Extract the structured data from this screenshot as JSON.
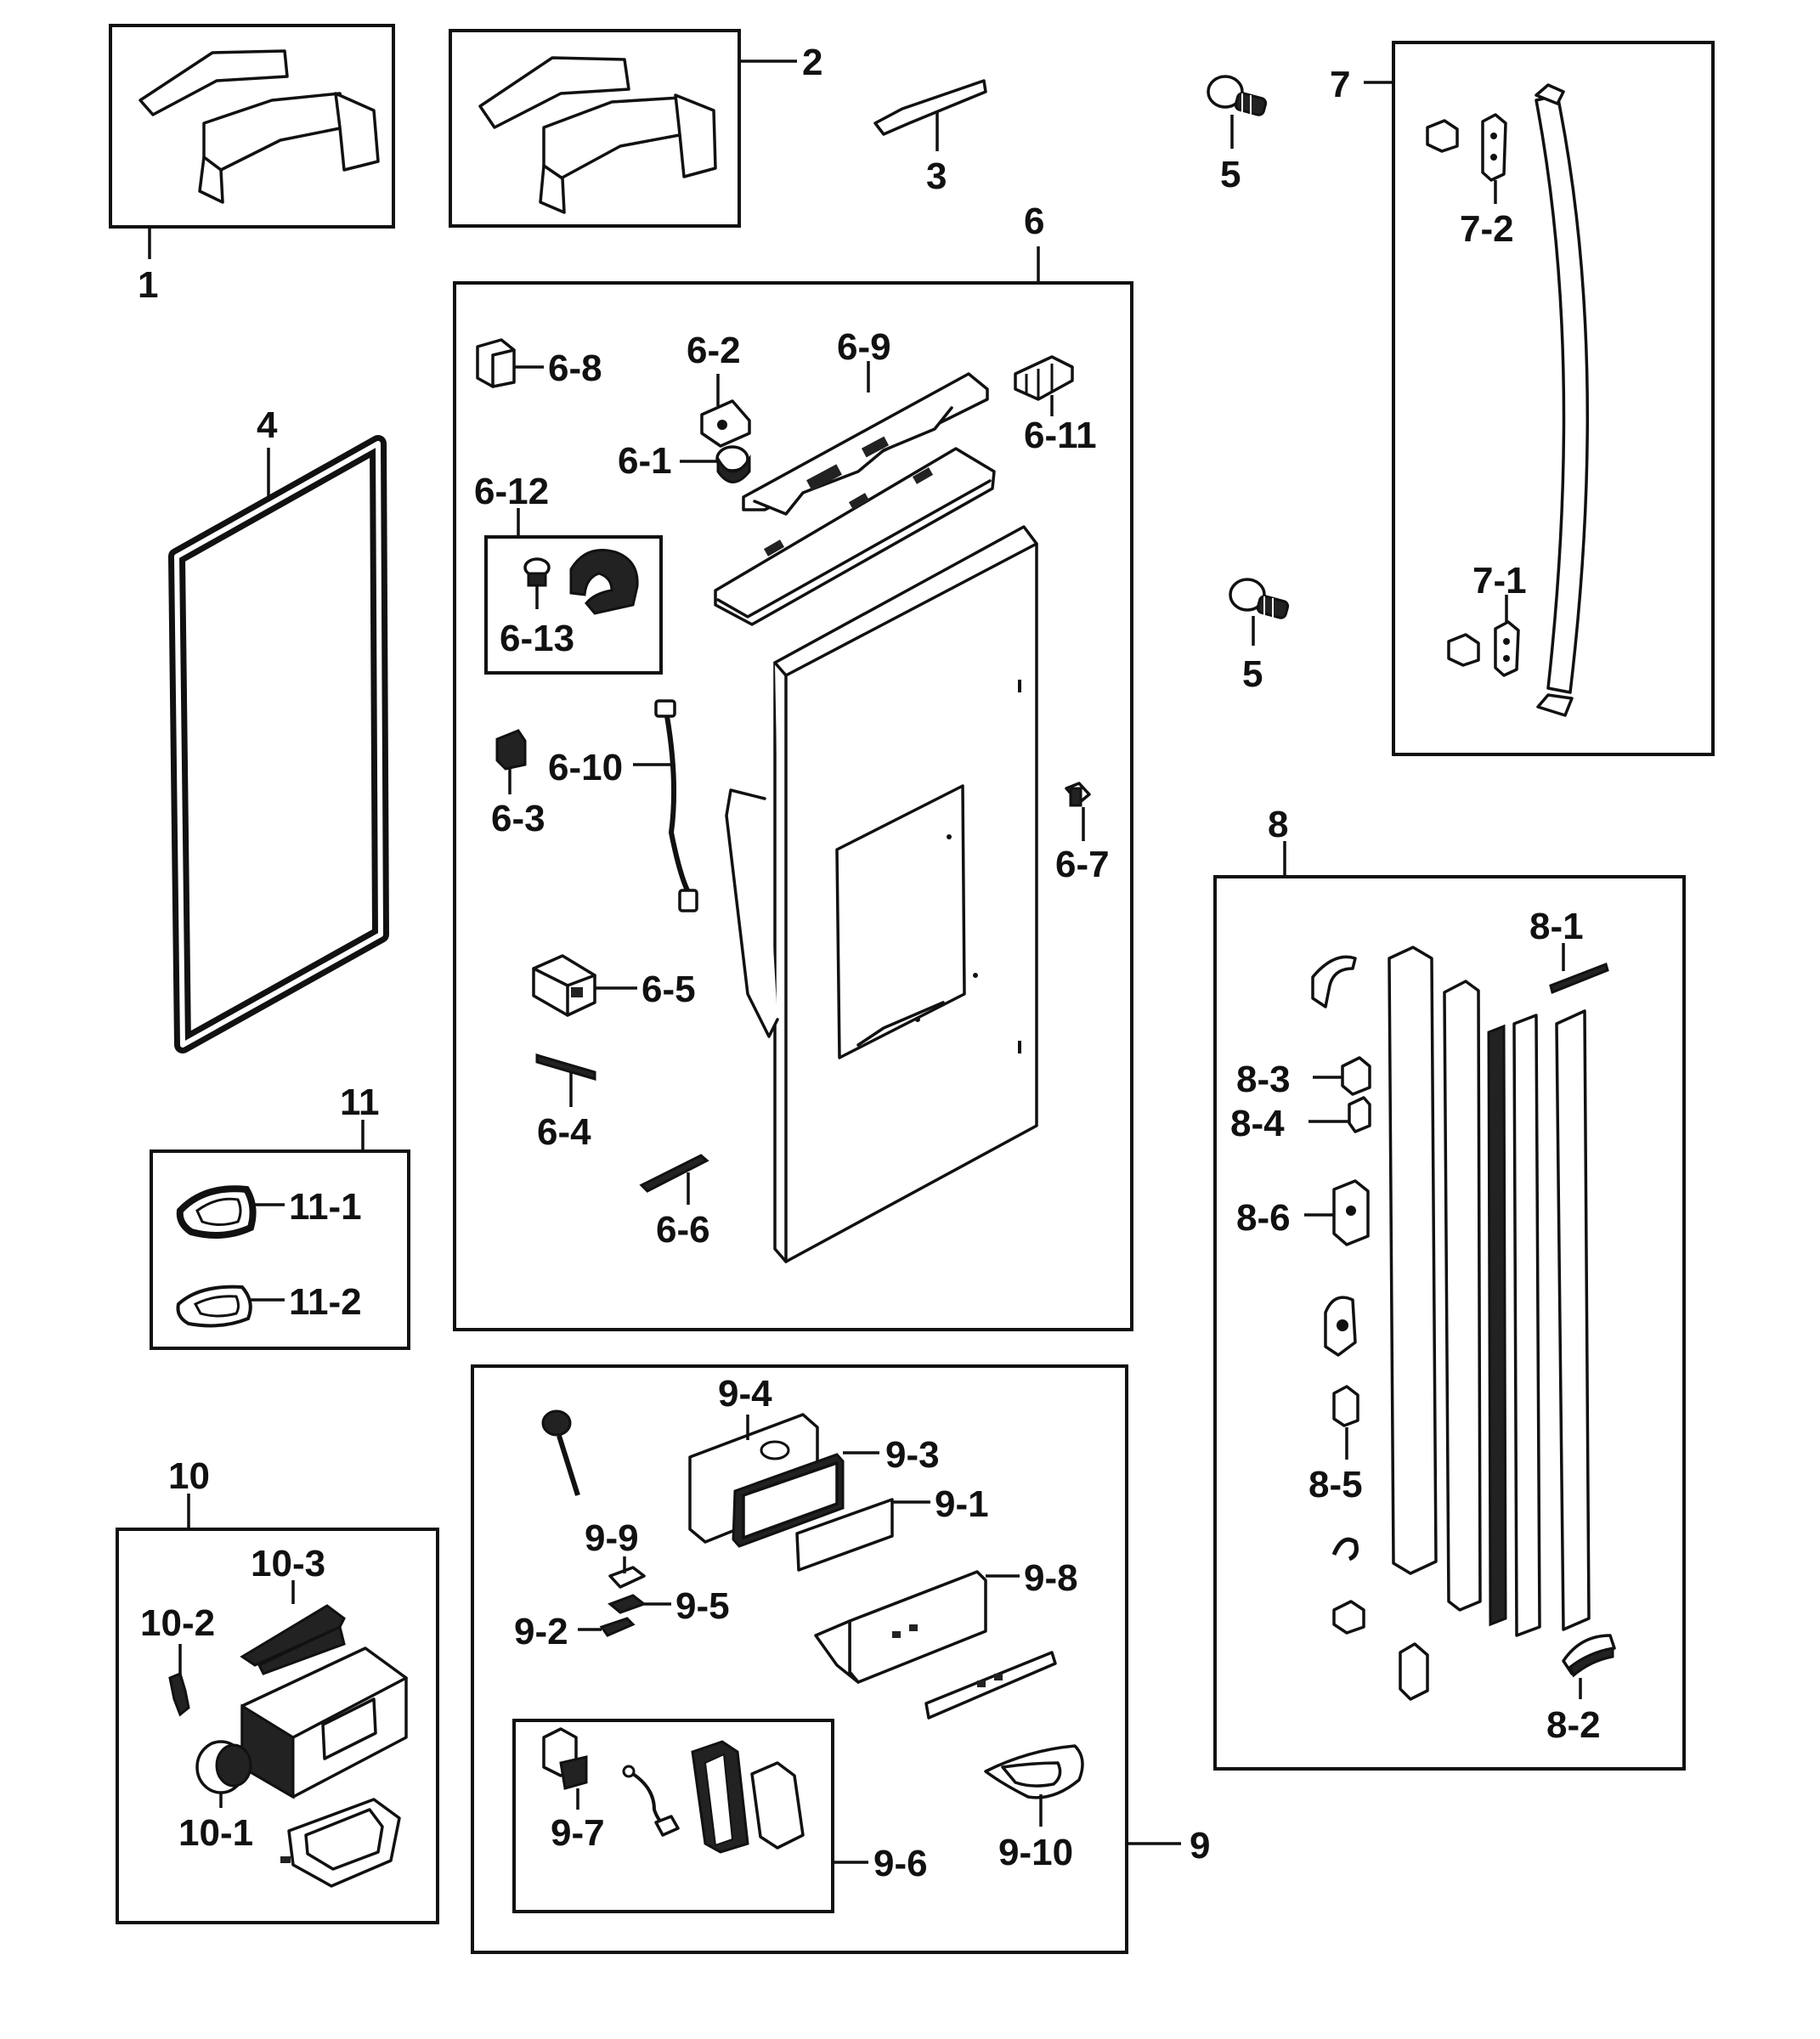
{
  "labels": {
    "p1": "1",
    "p2": "2",
    "p3": "3",
    "p4": "4",
    "p5a": "5",
    "p5b": "5",
    "p6": "6",
    "p6_1": "6-1",
    "p6_2": "6-2",
    "p6_3": "6-3",
    "p6_4": "6-4",
    "p6_5": "6-5",
    "p6_6": "6-6",
    "p6_7": "6-7",
    "p6_8": "6-8",
    "p6_9": "6-9",
    "p6_10": "6-10",
    "p6_11": "6-11",
    "p6_12": "6-12",
    "p6_13": "6-13",
    "p7": "7",
    "p7_1": "7-1",
    "p7_2": "7-2",
    "p8": "8",
    "p8_1": "8-1",
    "p8_2": "8-2",
    "p8_3": "8-3",
    "p8_4": "8-4",
    "p8_5": "8-5",
    "p8_6": "8-6",
    "p9": "9",
    "p9_1": "9-1",
    "p9_2": "9-2",
    "p9_3": "9-3",
    "p9_4": "9-4",
    "p9_5": "9-5",
    "p9_6": "9-6",
    "p9_7": "9-7",
    "p9_8": "9-8",
    "p9_9": "9-9",
    "p9_10": "9-10",
    "p10": "10",
    "p10_1": "10-1",
    "p10_2": "10-2",
    "p10_3": "10-3",
    "p11": "11",
    "p11_1": "11-1",
    "p11_2": "11-2"
  }
}
